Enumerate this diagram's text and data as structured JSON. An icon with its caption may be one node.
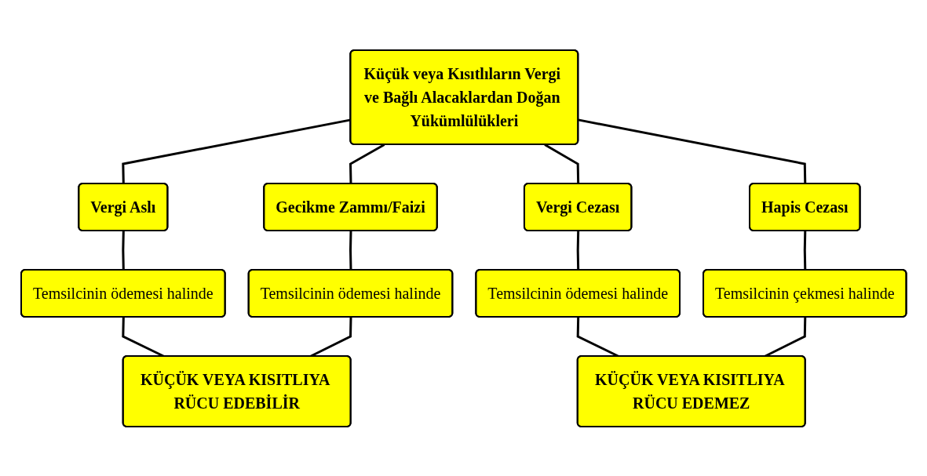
{
  "diagram": {
    "nodes": [
      {
        "text": [
          "Küçük veya Kısıtlıların Vergi ve Bağlı Alacaklardan Doğan Yükümlülükleri"
        ]
      },
      {
        "text": [
          "Vergi Aslı"
        ]
      },
      {
        "text": [
          "Gecikme Zammı/Faizi"
        ]
      },
      {
        "text": [
          "Vergi Cezası"
        ]
      },
      {
        "text": [
          "Hapis Cezası"
        ]
      },
      {
        "text": [
          "Temsilcinin ödemesi halinde"
        ]
      },
      {
        "text": [
          "Temsilcinin ödemesi halinde"
        ]
      },
      {
        "text": [
          "Temsilcinin ödemesi halinde"
        ]
      },
      {
        "text": [
          "Temsilcinin çekmesi halinde"
        ]
      },
      {
        "text": [
          "KÜÇÜK VEYA KISITLIYA RÜCU EDEBİLİR"
        ]
      },
      {
        "text": [
          "KÜÇÜK VEYA KISITLIYA RÜCU EDEMEZ"
        ]
      }
    ],
    "edges": [
      {
        "from": 0,
        "to": 1,
        "arrow": "none"
      },
      {
        "from": 0,
        "to": 2,
        "arrow": "none"
      },
      {
        "from": 0,
        "to": 3,
        "arrow": "none"
      },
      {
        "from": 0,
        "to": 4,
        "arrow": "none"
      },
      {
        "from": 1,
        "to": 5,
        "arrow": "none"
      },
      {
        "from": 2,
        "to": 6,
        "arrow": "none"
      },
      {
        "from": 3,
        "to": 7,
        "arrow": "none"
      },
      {
        "from": 4,
        "to": 8,
        "arrow": "none"
      },
      {
        "from": 5,
        "to": 9,
        "arrow": "none"
      },
      {
        "from": 6,
        "to": 9,
        "arrow": "none"
      },
      {
        "from": 7,
        "to": 10,
        "arrow": "none"
      },
      {
        "from": 8,
        "to": 10,
        "arrow": "none"
      }
    ]
  }
}
